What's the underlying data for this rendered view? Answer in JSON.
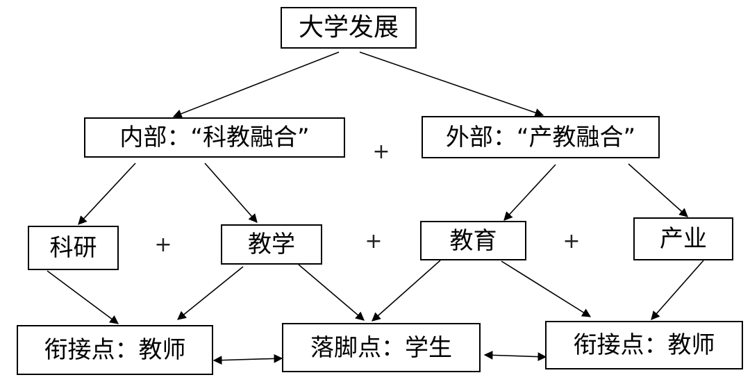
{
  "diagram": {
    "root": "大学发展",
    "internal": "内部：“科教融合”",
    "external": "外部：“产教融合”",
    "research": "科研",
    "teaching": "教学",
    "education": "教育",
    "industry": "产业",
    "link_left": "衔接点：教师",
    "landing": "落脚点：学生",
    "link_right": "衔接点：教师",
    "plus_symbol": "+"
  },
  "colors": {
    "line": "#000000",
    "background": "#ffffff"
  }
}
